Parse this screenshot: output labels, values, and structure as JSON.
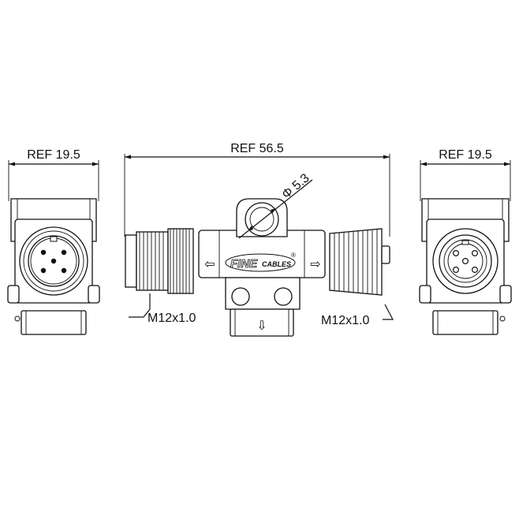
{
  "dimensions": {
    "left_width": "REF 19.5",
    "overall_length": "REF 56.5",
    "right_width": "REF 19.5",
    "hole_diameter": "Φ 5.3",
    "left_thread": "M12x1.0",
    "right_thread": "M12x1.0"
  },
  "logo": {
    "brand_main": "FINE",
    "brand_sub": "CABLES",
    "registered": "®"
  },
  "arrows": {
    "left": "⇦",
    "right": "⇨",
    "down": "⇩"
  }
}
